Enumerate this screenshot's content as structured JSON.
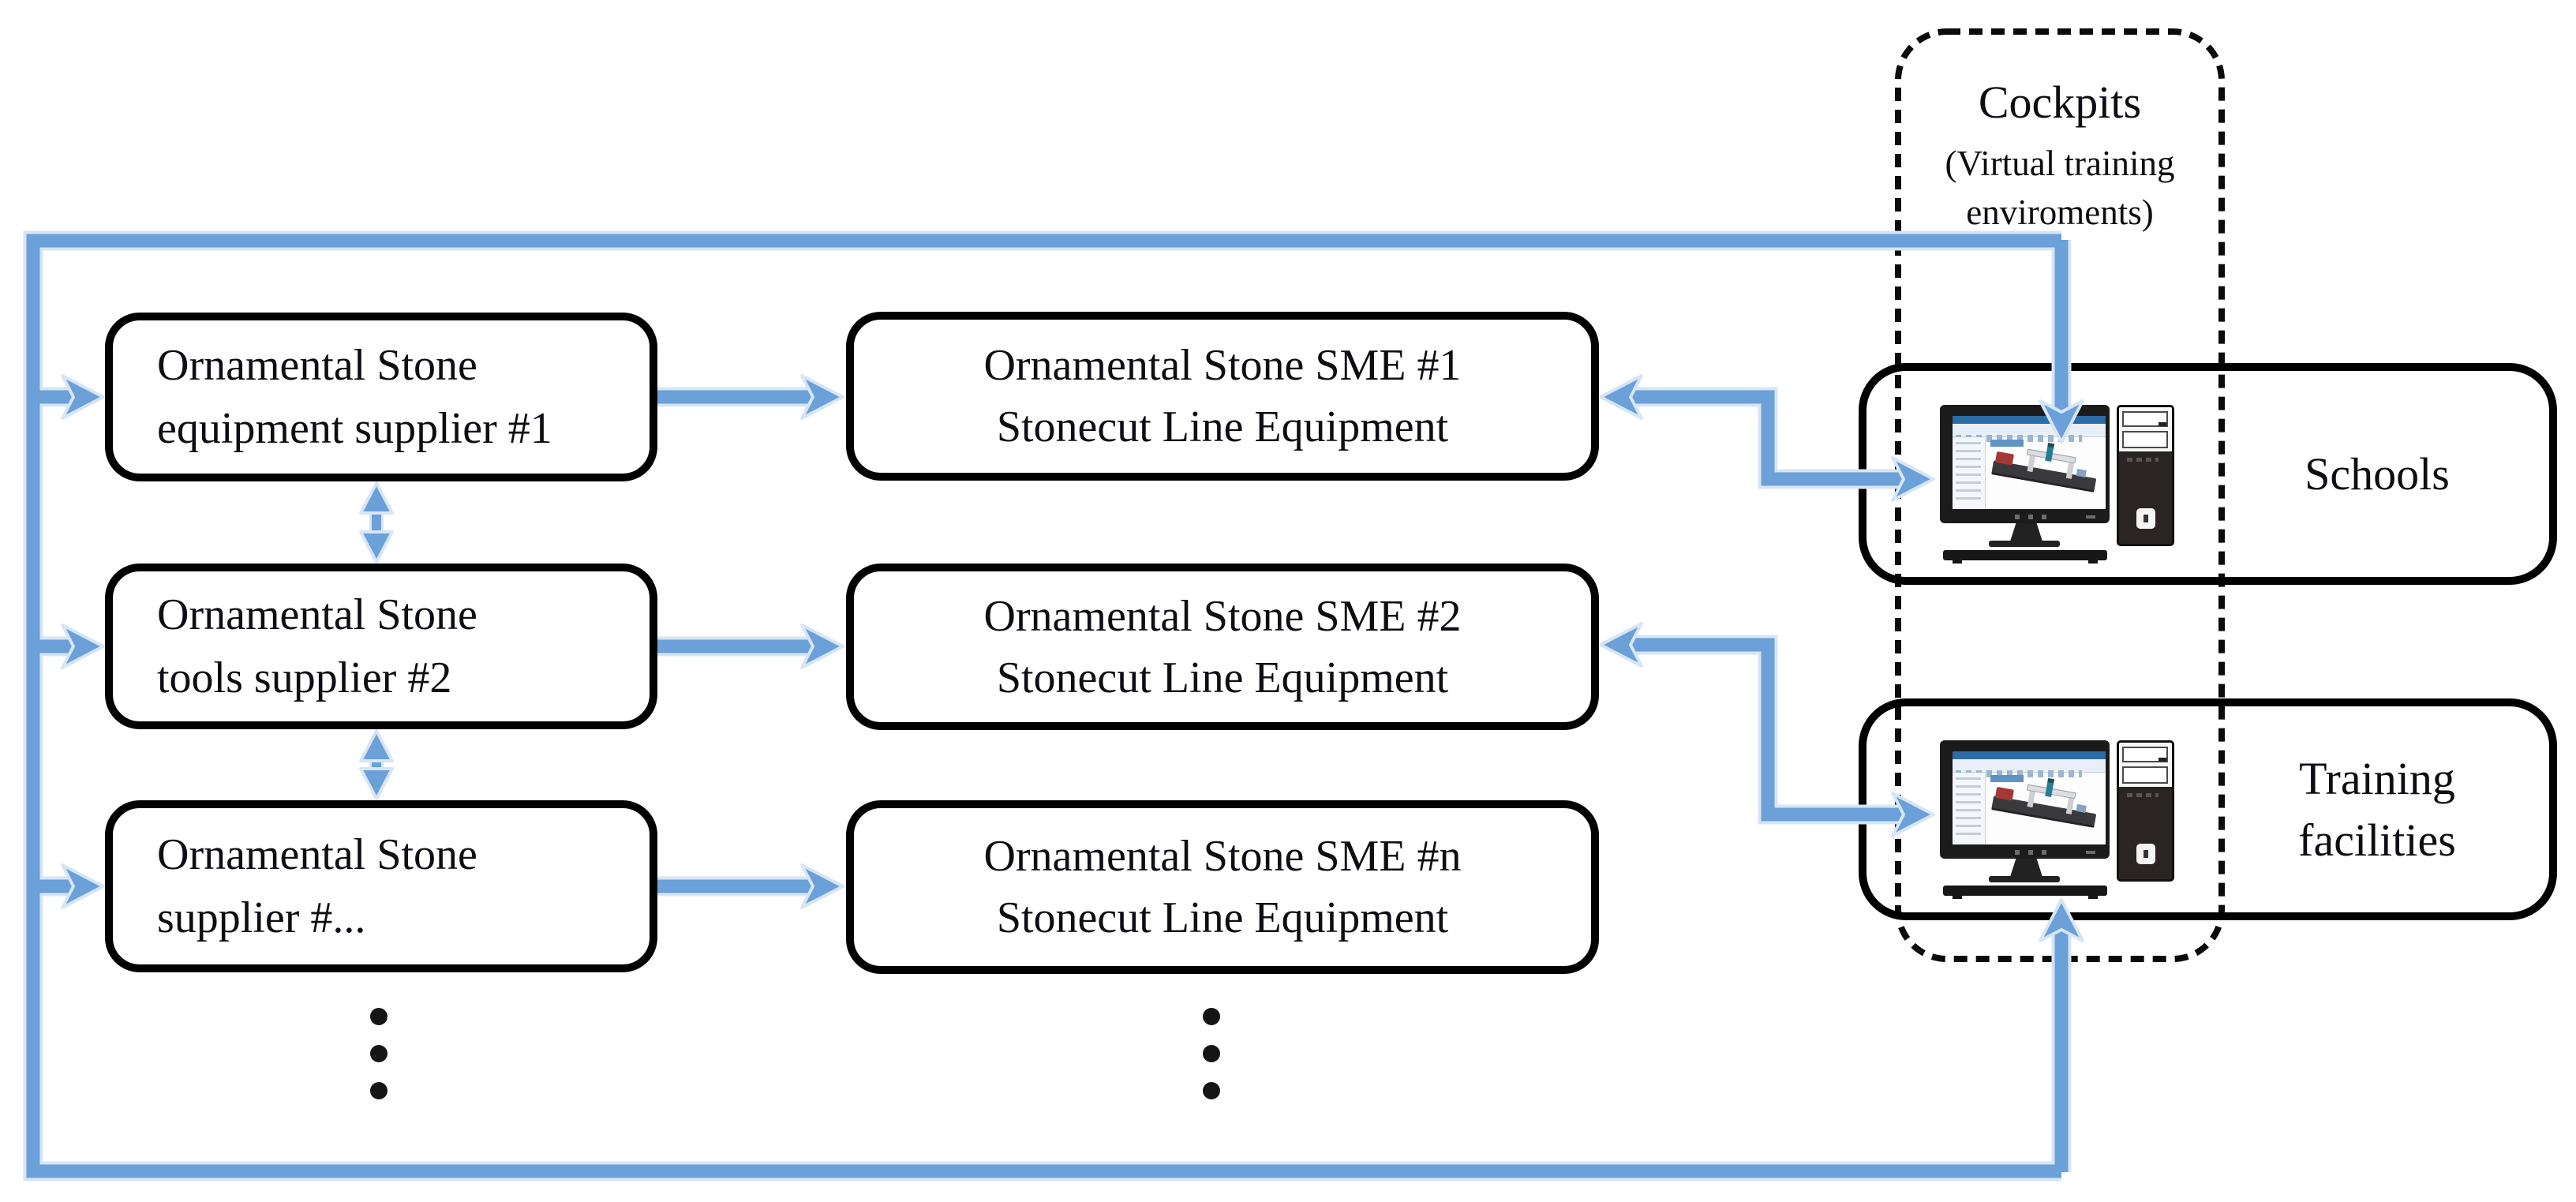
{
  "figure": {
    "cockpits": {
      "title": "Cockpits",
      "subtitle_line1": "(Virtual training",
      "subtitle_line2": "enviroments)"
    },
    "suppliers": [
      {
        "line1": "Ornamental Stone",
        "line2": "equipment supplier #1"
      },
      {
        "line1": "Ornamental Stone",
        "line2": "tools supplier #2"
      },
      {
        "line1": "Ornamental Stone",
        "line2": "supplier #..."
      }
    ],
    "smes": [
      {
        "line1": "Ornamental Stone SME #1",
        "line2": "Stonecut Line Equipment"
      },
      {
        "line1": "Ornamental Stone SME #2",
        "line2": "Stonecut Line Equipment"
      },
      {
        "line1": "Ornamental Stone SME #n",
        "line2": "Stonecut Line Equipment"
      }
    ],
    "destinations": {
      "schools": {
        "label": "Schools"
      },
      "training": {
        "line1": "Training",
        "line2": "facilities"
      }
    }
  },
  "colors": {
    "arrow": "#6ba0d8",
    "arrow_halo": "#d7e5f4",
    "line": "#000000",
    "text": "#0d0d14"
  }
}
